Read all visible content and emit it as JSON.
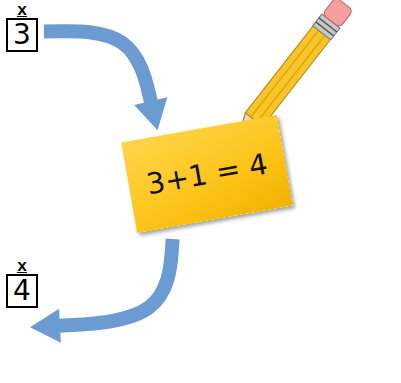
{
  "diagram": {
    "nodes": [
      {
        "text": [
          "x",
          "3"
        ]
      },
      {
        "text": [
          "3+1 = 4"
        ]
      },
      {
        "text": [
          "x",
          "4"
        ]
      }
    ],
    "edges": [
      {
        "from": 0,
        "to": 1,
        "arrow": "to"
      },
      {
        "from": 1,
        "to": 2,
        "arrow": "to"
      }
    ]
  }
}
